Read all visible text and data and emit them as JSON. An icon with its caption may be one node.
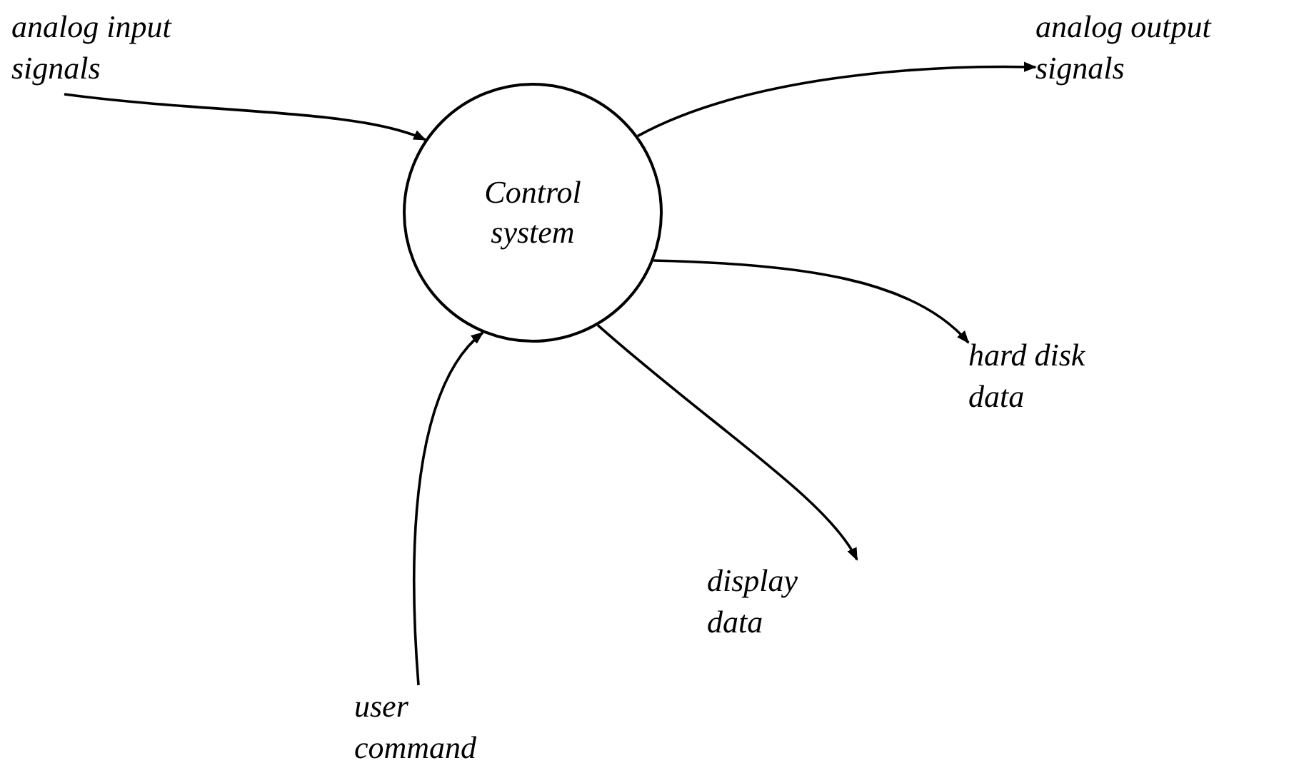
{
  "diagram": {
    "nodes": [
      {
        "text": [
          "Control system"
        ]
      },
      {
        "text": [
          "analog input signals"
        ]
      },
      {
        "text": [
          "analog output signals"
        ]
      },
      {
        "text": [
          "hard disk data"
        ]
      },
      {
        "text": [
          "display data"
        ]
      },
      {
        "text": [
          "user command"
        ]
      }
    ],
    "edges": [
      {
        "from": 1,
        "to": 0,
        "arrow": "to"
      },
      {
        "from": 0,
        "to": 2,
        "arrow": "to"
      },
      {
        "from": 0,
        "to": 3,
        "arrow": "to"
      },
      {
        "from": 0,
        "to": 4,
        "arrow": "to"
      },
      {
        "from": 5,
        "to": 0,
        "arrow": "to"
      }
    ]
  }
}
